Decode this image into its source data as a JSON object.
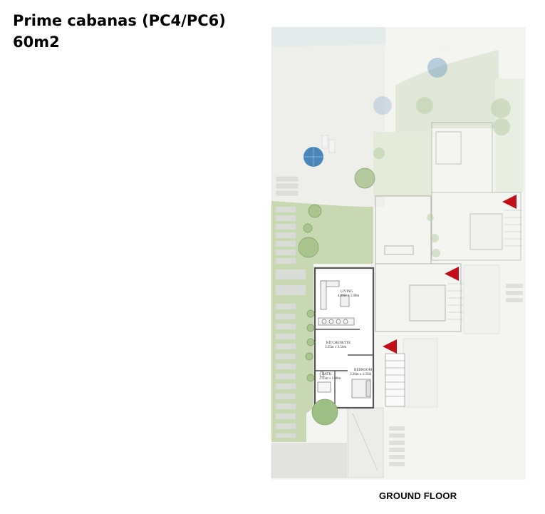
{
  "header": {
    "title": "Prime cabanas (PC4/PC6)",
    "area": "60m2"
  },
  "plan": {
    "caption": "GROUND FLOOR",
    "rooms": {
      "living": "LIVING",
      "living_dims": "4.00m x 3.90m",
      "kitchenette": "KITCHENETTE",
      "kitchenette_dims": "3.25m x 3.50m",
      "bath": "BATH",
      "bath_dims": "2.45m x 1.40m",
      "bedroom": "BEDROOM",
      "bedroom_dims": "3.20m x 3.35m"
    }
  },
  "colors": {
    "lawn": "#c8d8b2",
    "sand": "#eeeeea",
    "pavers": "#d9dbd7",
    "umbrella": "#4a86b8",
    "entry_marker": "#c2101a",
    "wall": "#555555"
  }
}
